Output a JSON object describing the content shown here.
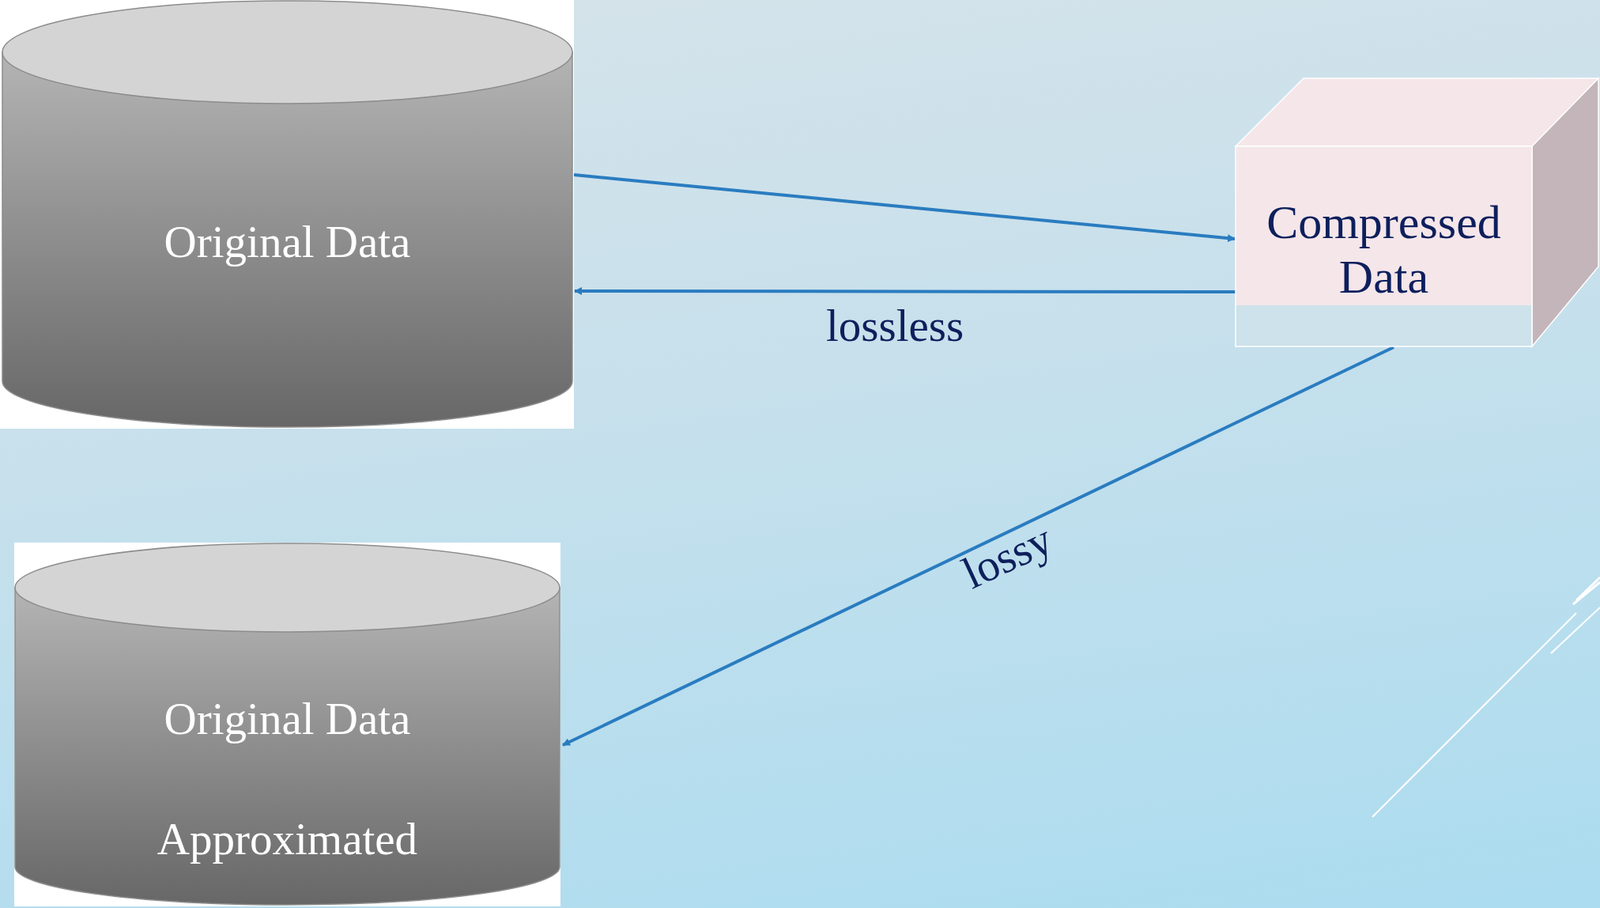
{
  "diagram": {
    "nodes": [
      {
        "text": [
          "Original Data"
        ]
      },
      {
        "text": [
          "Compressed Data"
        ]
      },
      {
        "text": [
          "Original Data",
          "Approximated"
        ]
      }
    ],
    "edges": [
      {
        "from": 0,
        "to": 1,
        "arrow": "to"
      },
      {
        "from": 1,
        "to": 0,
        "arrow": "to",
        "label": "lossless"
      },
      {
        "from": 1,
        "to": 2,
        "arrow": "to",
        "label": "lossy"
      }
    ]
  }
}
